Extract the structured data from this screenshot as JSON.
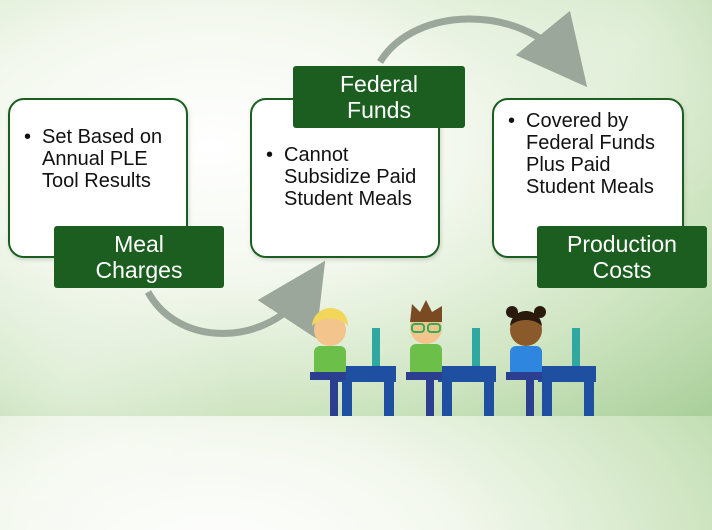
{
  "diagram": {
    "steps": [
      {
        "label": "Meal\nCharges",
        "bullet": "Set Based on Annual PLE Tool Results"
      },
      {
        "label": "Federal\nFunds",
        "bullet": "Cannot Subsidize Paid Student Meals"
      },
      {
        "label": "Production\nCosts",
        "bullet": "Covered by Federal Funds Plus Paid Student Meals"
      }
    ]
  },
  "colors": {
    "box_fill": "#1b5e20",
    "box_text": "#ffffff",
    "arrow": "#9aa79a",
    "background": "#d7ead0"
  },
  "illustration": {
    "subject": "three-students-at-computers-icon"
  }
}
